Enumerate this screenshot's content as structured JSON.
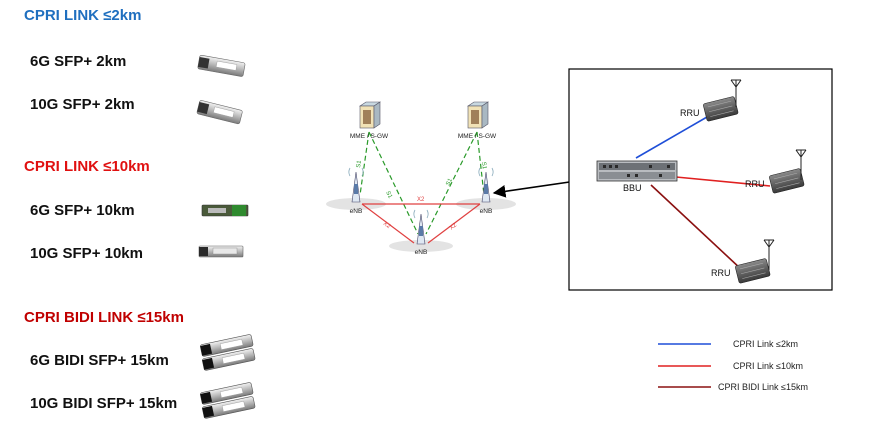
{
  "colors": {
    "link_2km": "#1f4fd8",
    "link_10km": "#e02020",
    "link_15km": "#8b1010",
    "heading_2km": "#1f6fbf",
    "heading_10km": "#e01010",
    "heading_15km": "#c00000",
    "lte_green": "#2a9a2a",
    "lte_red": "#e04040"
  },
  "sections": [
    {
      "heading": "CPRI LINK ≤2km",
      "items": [
        "6G SFP+ 2km",
        "10G SFP+ 2km"
      ]
    },
    {
      "heading": "CPRI LINK ≤10km",
      "items": [
        "6G SFP+ 10km",
        "10G SFP+ 10km"
      ]
    },
    {
      "heading": "CPRI BIDI LINK ≤15km",
      "items": [
        "6G BIDI SFP+ 15km",
        "10G BIDI SFP+ 15km"
      ]
    }
  ],
  "lte_network": {
    "core_nodes": [
      "MME / S-GW",
      "MME / S-GW"
    ],
    "enodebs": [
      "eNB",
      "eNB",
      "eNB"
    ],
    "s1_labels": [
      "S1",
      "S1",
      "S1",
      "S1"
    ],
    "x2_labels": [
      "X2",
      "X2",
      "X2"
    ]
  },
  "fronthaul": {
    "bbu_label": "BBU",
    "rru_labels": [
      "RRU",
      "RRU",
      "RRU"
    ]
  },
  "legend": [
    {
      "label": "CPRI Link ≤2km",
      "color_key": "link_2km"
    },
    {
      "label": "CPRI Link ≤10km",
      "color_key": "link_10km"
    },
    {
      "label": "CPRI  BIDI Link ≤15km",
      "color_key": "link_15km"
    }
  ]
}
